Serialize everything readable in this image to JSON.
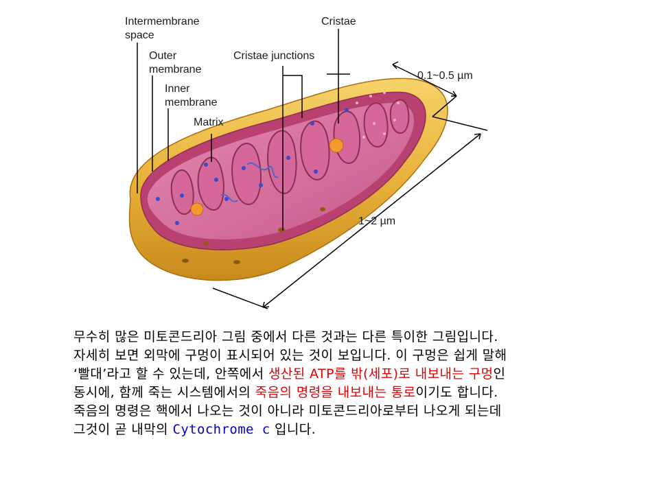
{
  "labels": {
    "intermembrane_space": [
      "Intermembrane",
      "space"
    ],
    "outer_membrane": [
      "Outer",
      "membrane"
    ],
    "inner_membrane": [
      "Inner",
      "membrane"
    ],
    "matrix": "Matrix",
    "cristae_junctions": "Cristae junctions",
    "cristae": "Cristae",
    "width_dimension": "0.1~0.5 µm",
    "length_dimension": "1~2 µm"
  },
  "caption": {
    "line1": "무수히 많은 미토콘드리아 그림 중에서 다른 것과는 다른 특이한 그림입니다.",
    "line2": "자세히 보면 외막에 구멍이 표시되어 있는 것이 보입니다. 이 구멍은 쉽게 말해",
    "line3_a": "‘빨대’라고 할 수 있는데, 안쪽에서 ",
    "line3_red": "생산된 ATP를 밖(세포)로 내보내는 구멍",
    "line3_b": "인",
    "line4_a": "동시에, 함께 죽는 시스템에서의 ",
    "line4_red": "죽음의 명령을 내보내는 통로",
    "line4_b": "이기도 합니다.",
    "line5": "죽음의 명령은 핵에서 나오는 것이 아니라 미토콘드리아로부터 나오게 되는데",
    "line6_a": "그것이 곧 내막의 ",
    "line6_blue": "Cytochrome c",
    "line6_b": " 입니다."
  },
  "colors": {
    "outer_membrane": "#e8b23a",
    "inner_membrane": "#c24a7a",
    "matrix": "#d9739f",
    "highlight_red": "#e00000",
    "highlight_blue": "#0000cc"
  }
}
